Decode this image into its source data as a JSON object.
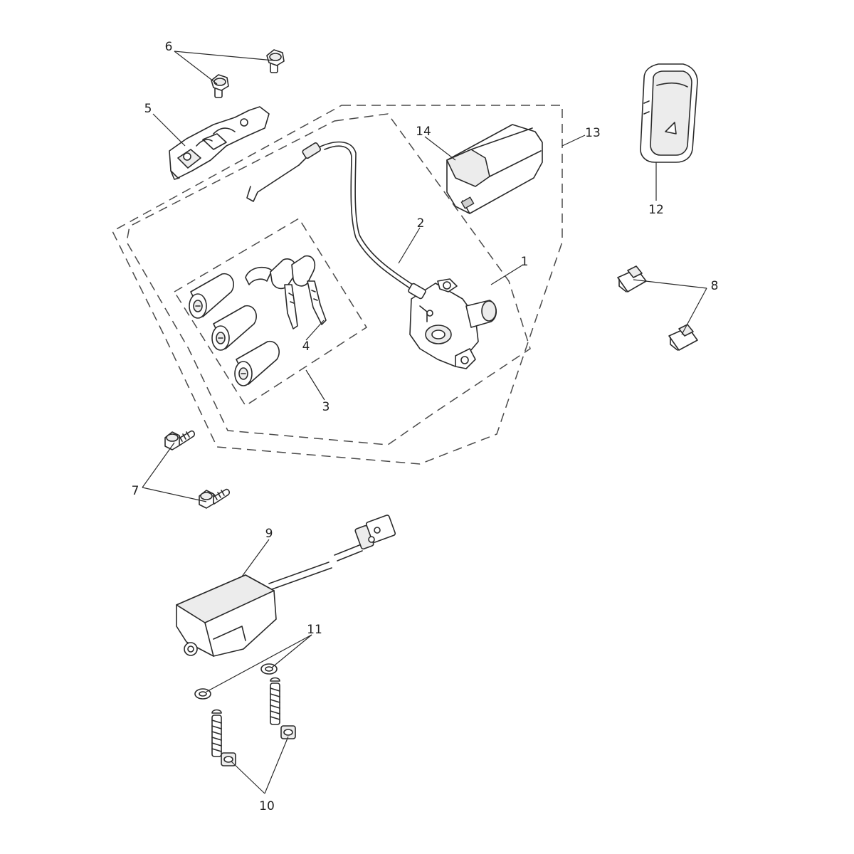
{
  "callouts": [
    {
      "id": "1",
      "text": "1"
    },
    {
      "id": "2",
      "text": "2"
    },
    {
      "id": "3",
      "text": "3"
    },
    {
      "id": "4",
      "text": "4"
    },
    {
      "id": "5",
      "text": "5"
    },
    {
      "id": "6",
      "text": "6"
    },
    {
      "id": "7",
      "text": "7"
    },
    {
      "id": "8",
      "text": "8"
    },
    {
      "id": "9",
      "text": "9"
    },
    {
      "id": "10",
      "text": "10"
    },
    {
      "id": "11",
      "text": "11"
    },
    {
      "id": "12",
      "text": "12"
    },
    {
      "id": "13",
      "text": "13"
    },
    {
      "id": "14",
      "text": "14"
    }
  ],
  "colors": {
    "line": "#2a2a2a",
    "background": "#ffffff",
    "dashed_outline": "#4a4a4a"
  }
}
